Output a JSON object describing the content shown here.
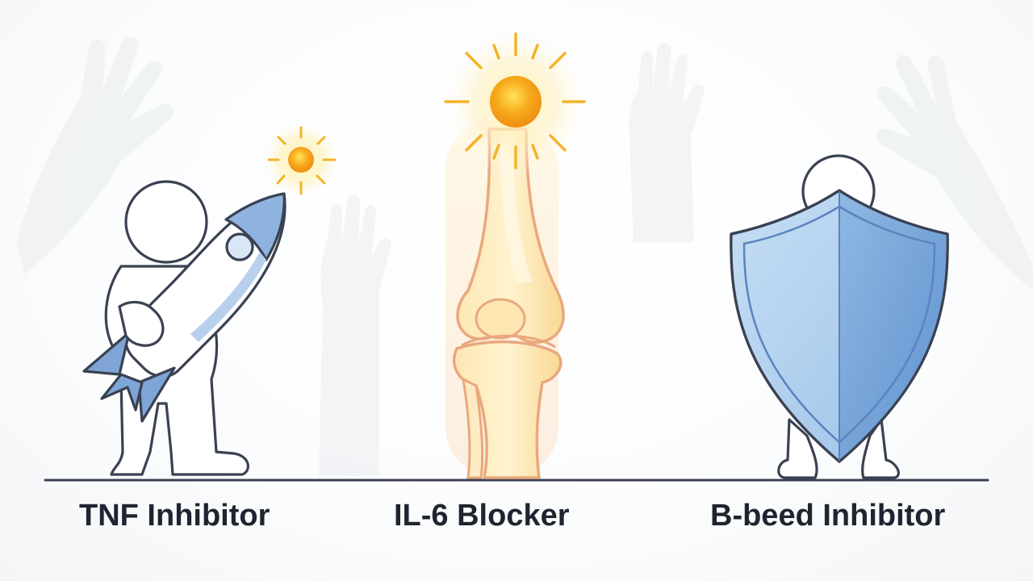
{
  "labels": {
    "left": "TNF Inhibitor",
    "center": "IL-6 Blocker",
    "right": "B-beed Inhibitor"
  },
  "icons": {
    "left": "figure-carrying-rocket-icon",
    "center": "inflamed-knee-joint-icon",
    "right": "figure-holding-shield-icon",
    "sun_small": "sun-icon",
    "sun_large": "sun-icon",
    "background": "faded-hand-icon"
  },
  "colors": {
    "background": "#ffffff",
    "outline": "#3a4152",
    "rocket_blue": "#7ea5d6",
    "shield_light": "#aacbeb",
    "shield_dark": "#6e9fd4",
    "bone": "#fbe3a8",
    "bone_outline": "#e9a87e",
    "sun_core": "#f6a41a",
    "sun_rays": "#f3b329",
    "ground_line": "#3a4152",
    "label_text": "#1f2430"
  }
}
